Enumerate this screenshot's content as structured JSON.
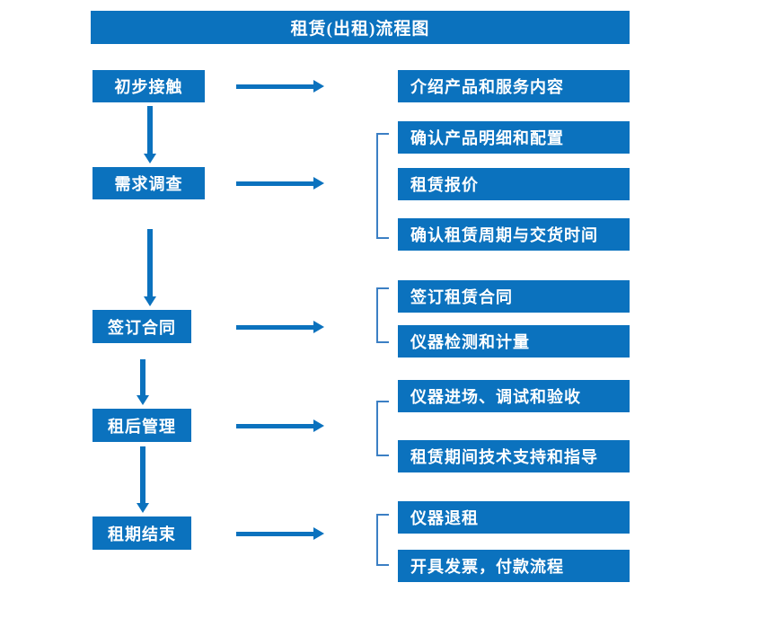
{
  "diagram": {
    "title": "租赁(出租)流程图",
    "accent_color": "#0b72be",
    "bracket_color": "#3b7fc4",
    "background_color": "#ffffff",
    "text_color": "#ffffff",
    "type": "flowchart"
  },
  "stages": [
    {
      "label": "初步接触"
    },
    {
      "label": "需求调查"
    },
    {
      "label": "签订合同"
    },
    {
      "label": "租后管理"
    },
    {
      "label": "租期结束"
    }
  ],
  "groups": [
    {
      "stage": "初步接触",
      "bracketed": false,
      "items": [
        {
          "label": "介绍产品和服务内容"
        }
      ]
    },
    {
      "stage": "需求调查",
      "bracketed": true,
      "items": [
        {
          "label": "确认产品明细和配置"
        },
        {
          "label": "租赁报价"
        },
        {
          "label": "确认租赁周期与交货时间"
        }
      ]
    },
    {
      "stage": "签订合同",
      "bracketed": true,
      "items": [
        {
          "label": "签订租赁合同"
        },
        {
          "label": "仪器检测和计量"
        }
      ]
    },
    {
      "stage": "租后管理",
      "bracketed": true,
      "items": [
        {
          "label": "仪器进场、调试和验收"
        },
        {
          "label": "租赁期间技术支持和指导"
        }
      ]
    },
    {
      "stage": "租期结束",
      "bracketed": true,
      "items": [
        {
          "label": "仪器退租"
        },
        {
          "label": "开具发票，付款流程"
        }
      ]
    }
  ]
}
